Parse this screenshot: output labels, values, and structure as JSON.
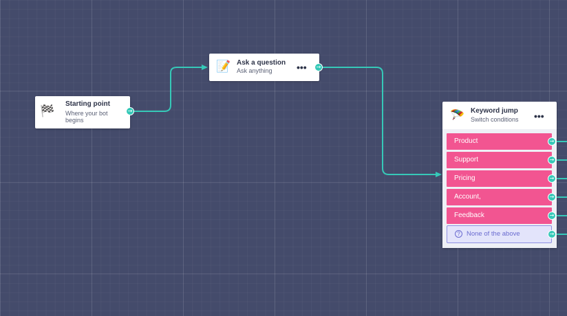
{
  "colors": {
    "canvas_bg": "#444b6b",
    "connector": "#36c9b8",
    "condition_bg": "#f25591",
    "fallback_bg": "#e3e4fb",
    "fallback_text": "#6a6bd0"
  },
  "nodes": {
    "start": {
      "icon": "checkered-flag-icon",
      "glyph": "🏁",
      "title": "Starting point",
      "subtitle_line1": "Where your bot",
      "subtitle_line2": "begins"
    },
    "question": {
      "icon": "memo-icon",
      "glyph": "📝",
      "title": "Ask a question",
      "subtitle": "Ask anything",
      "menu": "•••"
    },
    "keyword": {
      "icon": "parachute-icon",
      "glyph": "🪂",
      "title": "Keyword jump",
      "subtitle": "Switch conditions",
      "menu": "•••",
      "conditions": [
        "Product",
        "Support",
        "Pricing",
        "Account,",
        "Feedback"
      ],
      "fallback": "None of the above",
      "fallback_icon": "?"
    }
  },
  "port_glyph": "→"
}
